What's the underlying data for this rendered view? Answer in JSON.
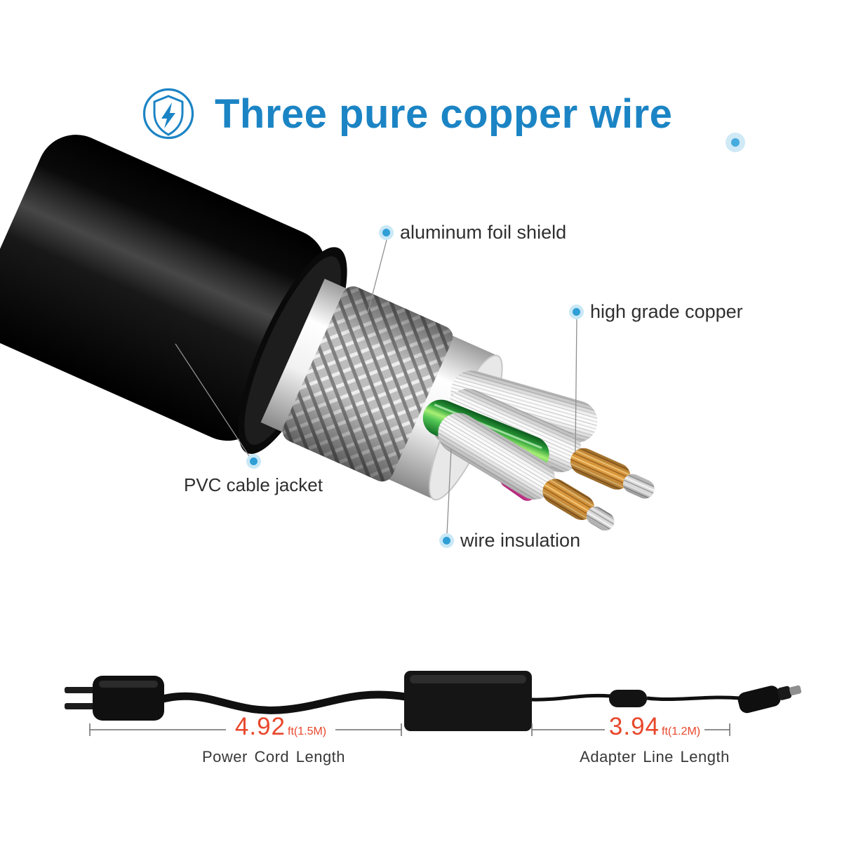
{
  "header": {
    "title": "Three pure copper wire",
    "icon": "shield-lightning-icon"
  },
  "callouts": {
    "aluminum_foil_shield": {
      "label": "aluminum foil shield"
    },
    "high_grade_copper": {
      "label": "high grade copper"
    },
    "pvc_cable_jacket": {
      "label": "PVC cable jacket"
    },
    "wire_insulation": {
      "label": "wire insulation"
    }
  },
  "measurements": {
    "power_cord": {
      "value": "4.92",
      "unit": "ft(1.5M)",
      "label": "Power Cord Length"
    },
    "adapter_line": {
      "value": "3.94",
      "unit": "ft(1.2M)",
      "label": "Adapter Line Length"
    }
  },
  "colors": {
    "accent_blue": "#1b84c4",
    "marker_dot_blue": "#2f9fd6",
    "marker_ring_blue": "#c9e8f6",
    "measure_red": "#e8472c",
    "label_dark": "#2f2f2f",
    "cable_black": "#0a0a0a",
    "copper": "#d9973d",
    "green_wire": "#3fbf49"
  }
}
